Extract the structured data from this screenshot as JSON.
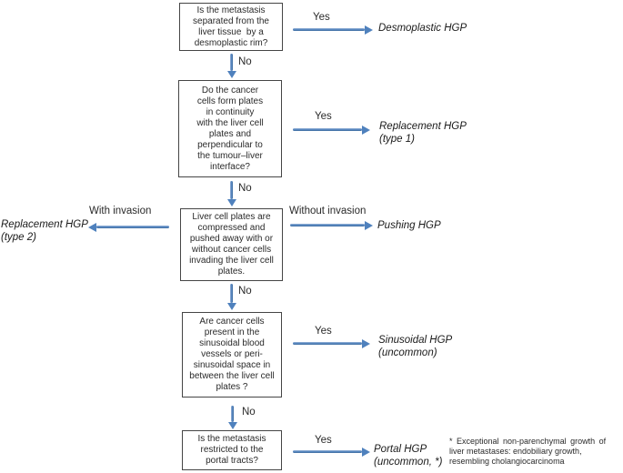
{
  "boxes": {
    "q1": {
      "text": "Is the metastasis\nseparated from the\nliver tissue  by a\ndesmoplastic rim?"
    },
    "q2": {
      "text": "Do the cancer\ncells form plates\nin continuity\nwith the liver cell\nplates and\nperpendicular to\nthe tumour–liver\ninterface?"
    },
    "q3": {
      "text": "Liver cell plates are\ncompressed and\npushed away with or\nwithout cancer cells\ninvading the liver cell\nplates."
    },
    "q4": {
      "text": "Are cancer cells\npresent in the\nsinusoidal blood\nvessels or peri-\nsinusoidal space in\nbetween the liver cell\nplates ?"
    },
    "q5": {
      "text": "Is the metastasis\nrestricted to the\nportal tracts?"
    }
  },
  "labels": {
    "yes": "Yes",
    "no": "No",
    "with_invasion": "With invasion",
    "without_invasion": "Without invasion"
  },
  "outcomes": {
    "desmoplastic": {
      "text": "Desmoplastic HGP"
    },
    "replacement_type1": {
      "text": "Replacement HGP\n(type 1)"
    },
    "replacement_type2": {
      "text": "Replacement HGP\n(type 2)"
    },
    "pushing": {
      "text": "Pushing HGP"
    },
    "sinusoidal": {
      "text": "Sinusoidal HGP\n(uncommon)"
    },
    "portal": {
      "text": "Portal HGP\n(uncommon, *)"
    }
  },
  "footnote": {
    "line1": "* Exceptional non-parenchymal growth of",
    "line2": "liver metastases: endobiliary growth,",
    "line3": "resembling cholangiocarcinoma"
  },
  "colors": {
    "arrow": "#4f81bd",
    "box_border": "#454545",
    "text": "#1a1a1a",
    "background": "#ffffff"
  }
}
